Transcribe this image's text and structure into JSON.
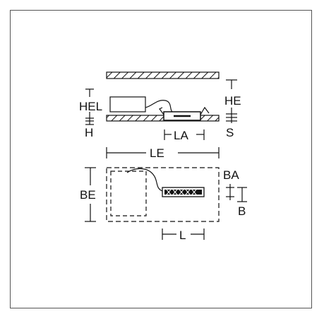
{
  "diagram": {
    "labels": {
      "he": "HE",
      "hel": "HEL",
      "h": "H",
      "s": "S",
      "la": "LA",
      "le": "LE",
      "be": "BE",
      "ba": "BA",
      "b": "B",
      "l": "L"
    },
    "colors": {
      "line": "#111111",
      "frame": "#555555",
      "background": "#ffffff"
    }
  }
}
